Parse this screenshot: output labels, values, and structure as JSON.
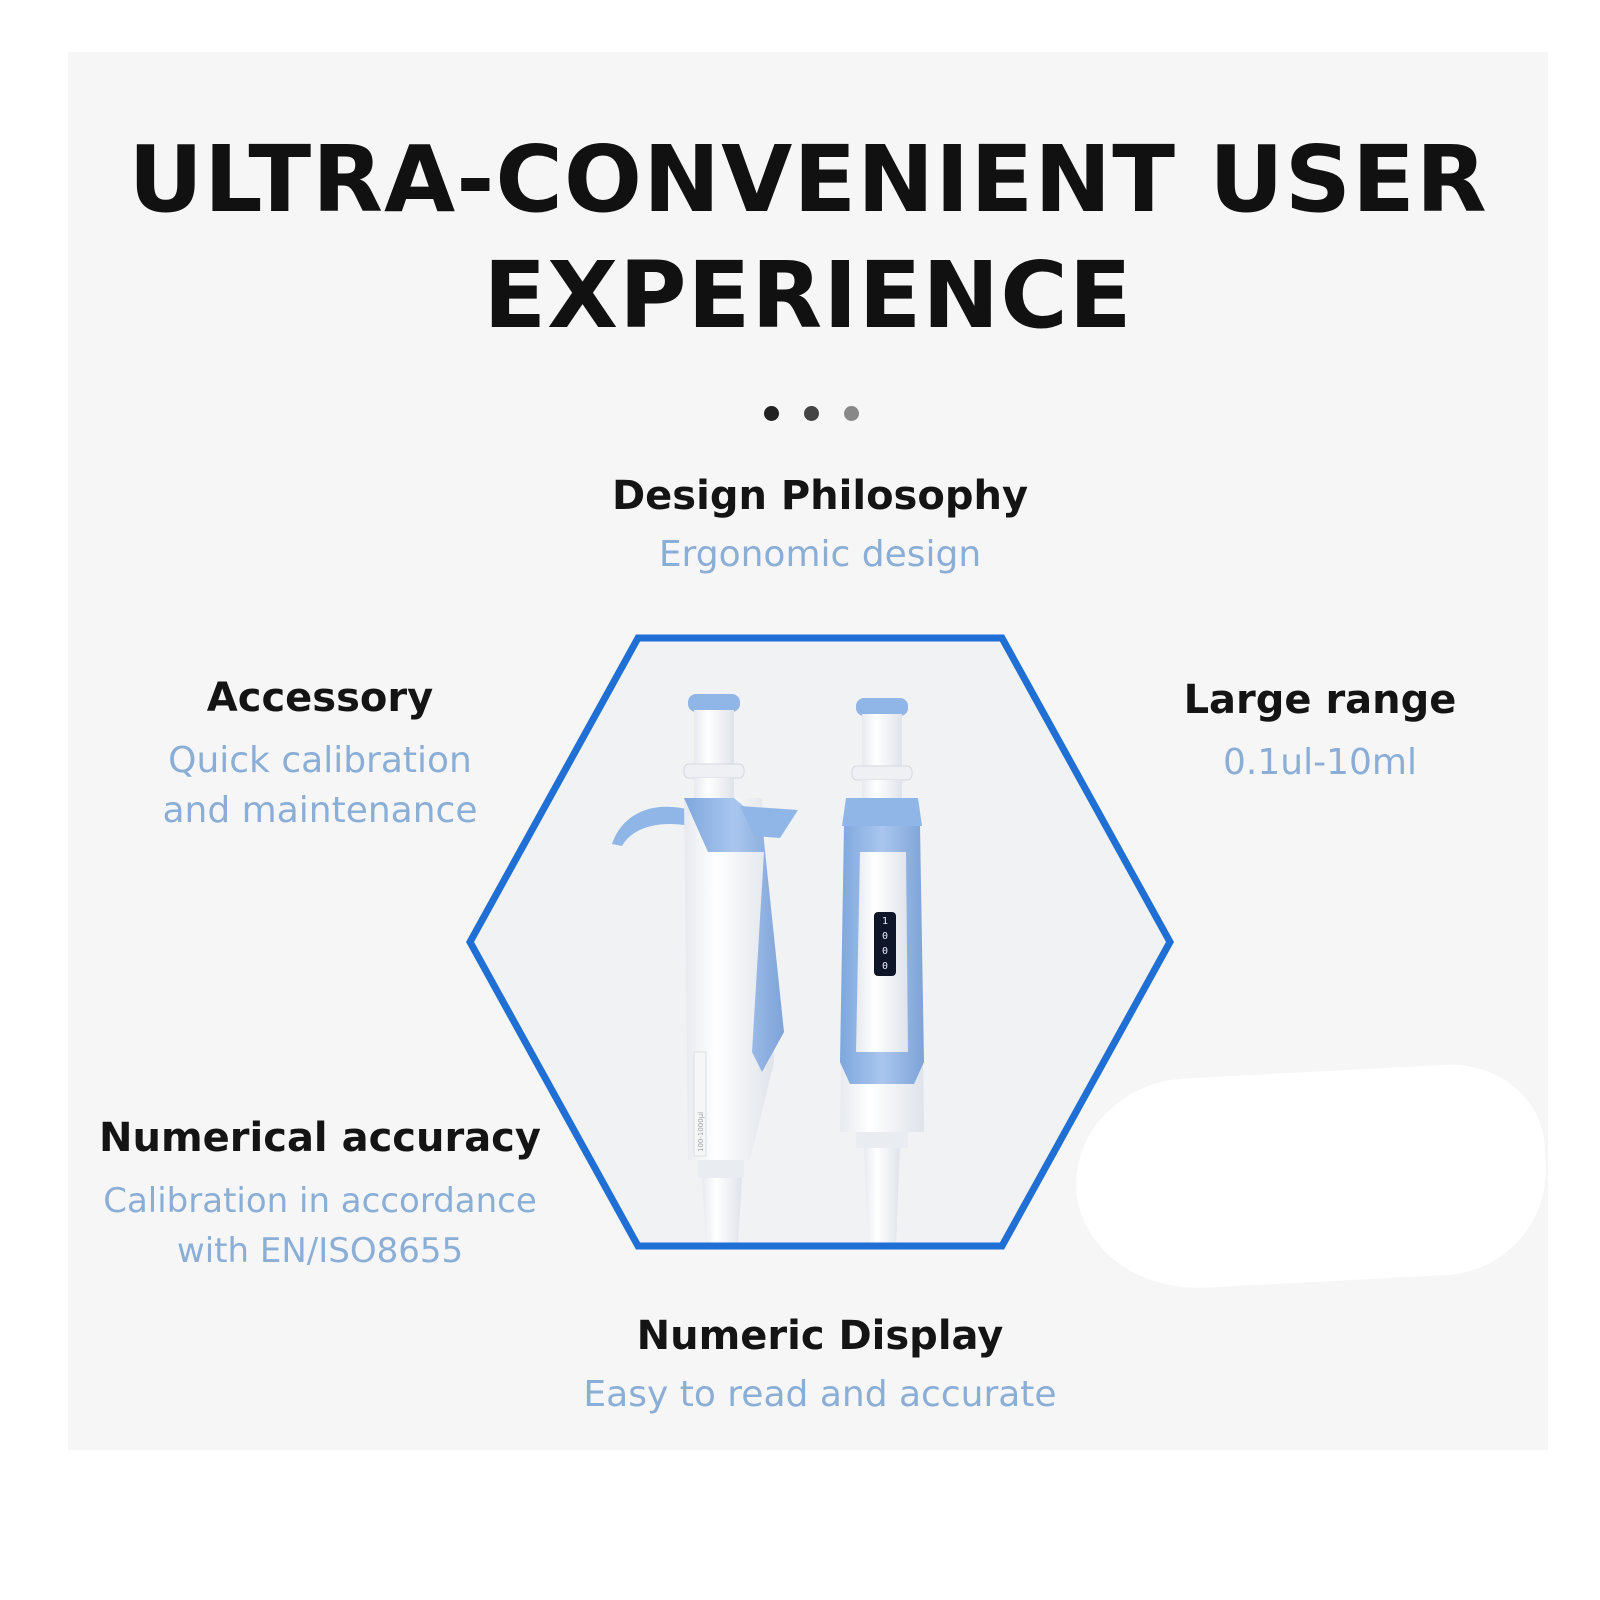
{
  "headline": {
    "line1": "ULTRA-CONVENIENT USER",
    "line2": "EXPERIENCE"
  },
  "pager": {
    "count": 3,
    "active_index": 0,
    "colors": [
      "#222222",
      "#444444",
      "#888888"
    ]
  },
  "features": {
    "design": {
      "title": "Design Philosophy",
      "desc": "Ergonomic design"
    },
    "accessory": {
      "title": "Accessory",
      "desc": "Quick calibration\nand maintenance"
    },
    "range": {
      "title": "Large range",
      "desc": "0.1ul-10ml"
    },
    "accuracy": {
      "title": "Numerical accuracy",
      "desc": "Calibration in accordance\nwith EN/ISO8655"
    },
    "display": {
      "title": "Numeric Display",
      "desc": "Easy to read and accurate"
    }
  },
  "product": {
    "display_digits": [
      "1",
      "0",
      "0",
      "0"
    ],
    "side_label": "100-1000μl"
  },
  "colors": {
    "hex_border": "#1f6fd4",
    "accent_blue": "#8fb6e6",
    "desc_text": "#8aaed6"
  }
}
